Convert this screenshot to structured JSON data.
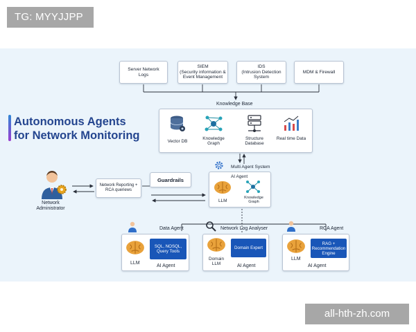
{
  "tag": "TG: MYYJJPP",
  "watermark": "all-hth-zh.com",
  "title": {
    "line1": "Autonomous Agents",
    "line2": "for Network Monitoring"
  },
  "sources": [
    {
      "line1": "Server Network",
      "line2": "Logs"
    },
    {
      "line1": "SIEM",
      "line2": "(Security information & Event Management"
    },
    {
      "line1": "IDS",
      "line2": "(Intrusion Detection System"
    },
    {
      "line1": "MDM & Firewall",
      "line2": ""
    }
  ],
  "knowledge_base": {
    "label": "Knowledge Base",
    "items": [
      {
        "label": "Vector DB",
        "icon": "database-icon"
      },
      {
        "label": "Knowledge Graph",
        "icon": "graph-icon"
      },
      {
        "label": "Structure Database",
        "icon": "server-stack-icon"
      },
      {
        "label": "Real time Data",
        "icon": "realtime-chart-icon"
      }
    ]
  },
  "multi_agent": {
    "label": "Multi Agent System",
    "agent_title": "AI Agent",
    "llm": "LLM",
    "kg": "Knowledge Graph"
  },
  "guardrails": "Guardrails",
  "reporting": "Network Reporting + RCA queriews",
  "administrator": {
    "line1": "Network",
    "line2": "Administrator"
  },
  "agents": [
    {
      "name": "Data Agent",
      "llm": "LLM",
      "tool": "SQL, NOSQL, Query Tools",
      "footer": "AI Agent"
    },
    {
      "name": "Network Log Analyser",
      "llm": "Domain LLM",
      "tool": "Domain Expert",
      "footer": "AI Agent"
    },
    {
      "name": "RCA Agent",
      "llm": "LLM",
      "tool": "RAG + Recommendation Engine",
      "footer": "AI Agent"
    }
  ],
  "colors": {
    "accent": "#1956b8",
    "title": "#24458f",
    "background": "#ebf4fb",
    "brain": "#e9a23b"
  }
}
